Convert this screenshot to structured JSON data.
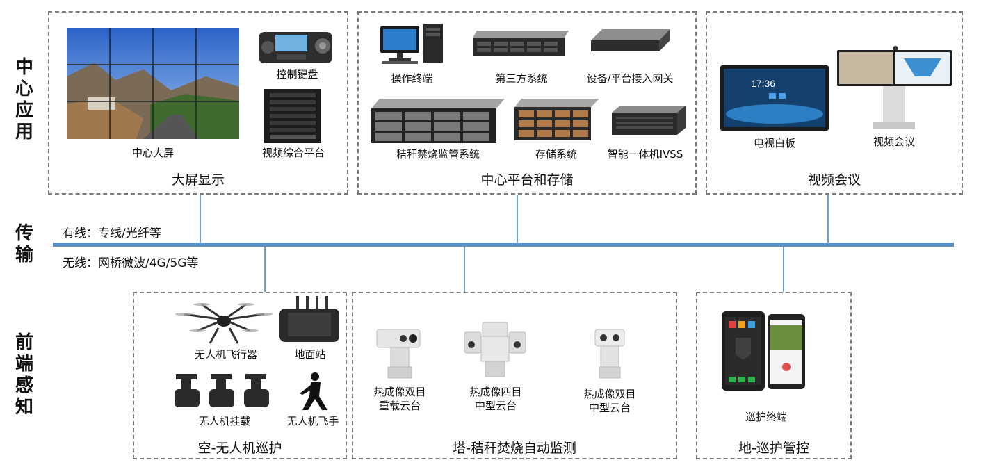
{
  "side_labels": {
    "top": [
      "中",
      "心",
      "应",
      "用"
    ],
    "middle": [
      "传",
      "输"
    ],
    "bottom": [
      "前",
      "端",
      "感",
      "知"
    ]
  },
  "transmission": {
    "wired": "有线：专线/光纤等",
    "wireless": "无线：网桥微波/4G/5G等"
  },
  "groups": {
    "display": {
      "title": "大屏显示",
      "items": [
        "中心大屏",
        "控制键盘",
        "视频综合平台"
      ]
    },
    "platform": {
      "title": "中心平台和存储",
      "items": [
        "操作终端",
        "第三方系统",
        "设备/平台接入网关",
        "秸秆禁烧监管系统",
        "存储系统",
        "智能一体机IVSS"
      ]
    },
    "conference": {
      "title": "视频会议",
      "items": [
        "电视白板",
        "视频会议"
      ]
    },
    "drone": {
      "title": "空-无人机巡护",
      "items": [
        "无人机飞行器",
        "地面站",
        "无人机挂载",
        "无人机飞手"
      ]
    },
    "tower": {
      "title": "塔-秸秆焚烧自动监测",
      "items": [
        "热成像双目",
        "重载云台",
        "热成像四目",
        "中型云台",
        "热成像双目",
        "中型云台"
      ]
    },
    "ground": {
      "title": "地-巡护管控",
      "items": [
        "巡护终端"
      ]
    }
  },
  "screen_time": "17:36",
  "colors": {
    "bus": "#5b93c9",
    "connector": "#6fa2d0",
    "border": "#7a7a7a"
  }
}
